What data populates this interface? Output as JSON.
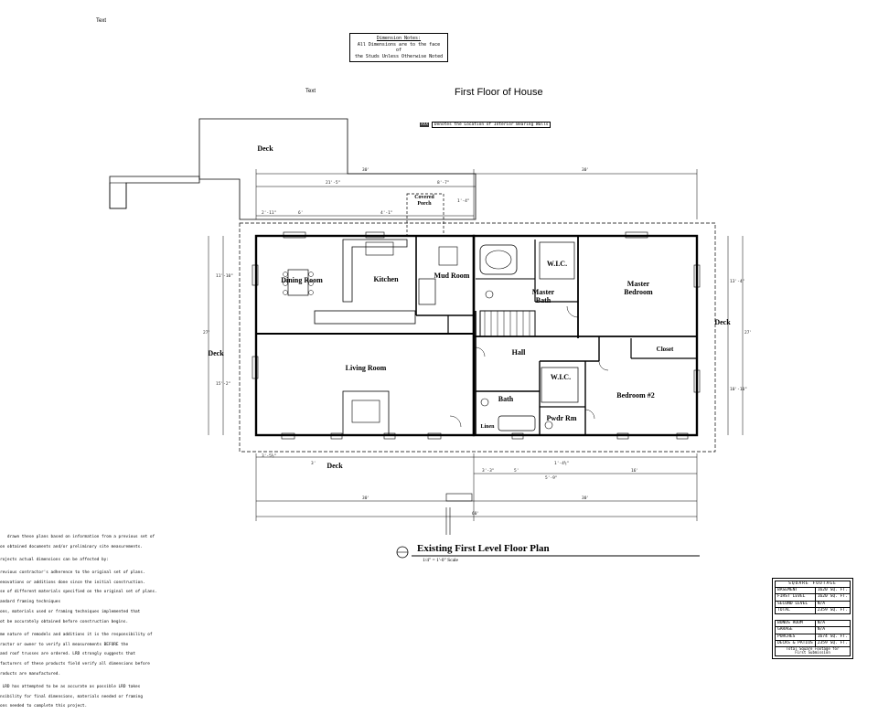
{
  "header": {
    "text_label_1": "Text",
    "text_label_2": "Text",
    "title": "First Floor of House"
  },
  "dimension_notes": {
    "heading": "Dimension Notes:",
    "line1": "All Dimensions are to the face of",
    "line2": "the Studs Unless Otherwise Noted"
  },
  "legend": {
    "symbol": "XXX",
    "text": "Denotes the Location of Interior Bearing Walls"
  },
  "rooms": {
    "deck_top": "Deck",
    "deck_left": "Deck",
    "deck_bottom": "Deck",
    "deck_right": "Deck",
    "covered_porch": "Covered Porch",
    "dining_room": "Dining Room",
    "kitchen": "Kitchen",
    "mud_room": "Mud Room",
    "master_bath": "Master Bath",
    "wic_1": "W.I.C.",
    "master_bedroom": "Master Bedroom",
    "living_room": "Living Room",
    "hall": "Hall",
    "bath": "Bath",
    "linen": "Linen",
    "wic_2": "W.I.C.",
    "pwdr_rm": "Pwdr Rm",
    "closet": "Closet",
    "bedroom_2": "Bedroom #2"
  },
  "dimensions": {
    "overall_top_left": "30'",
    "overall_top_right": "30'",
    "deck_width": "21'-5\"",
    "porch_width": "8'-7\"",
    "porch_depth": "1'-4\"",
    "left_overall": "27'",
    "right_overall": "27'",
    "bottom_left": "30'",
    "bottom_right": "30'",
    "bottom_total": "60'",
    "bottom_mid_1": "3'-3\"",
    "bottom_mid_2": "5'",
    "bottom_mid_3": "16'",
    "bottom_mid_4": "1'-4½\"",
    "bottom_mid_5": "5'-9\"",
    "left_side_1": "11'-10\"",
    "left_side_2": "15'-2\"",
    "right_side_1": "13'-4\"",
    "right_side_2": "10'-10\"",
    "bottom_small_1": "3'-5½\"",
    "bottom_small_2": "3'",
    "top_small_1": "2'-11\"",
    "top_small_2": "6'",
    "dim_4_1": "4'-1\""
  },
  "plan_caption": {
    "title": "Existing First Level Floor Plan",
    "scale": "1/4\" = 1'-0\" Scale"
  },
  "disclaimer": {
    "l1": "   drawn these plans based on information from a previous set of",
    "l2": "on obtained documents and/or preliminary site measurements.",
    "l3": "rojects actual dimensions can be affected by:",
    "l4": "revious contractor's adherence to the original set of plans.",
    "l5": "enovations or additions done since the initial construction.",
    "l6": "se of different materials specified on the original set of plans.",
    "l7": "andard framing techniques",
    "l8": "ons, materials used or framing techniques implemented that",
    "l9": "ot be accurately obtained before construction begins.",
    "l10": "me nature of remodels and additions it is the responsibility of",
    "l11": "ractor or owner to verify all measurements BEFORE the",
    "l12": "and roof trusses are ordered. LRD strongly suggests that",
    "l13": "facturers of these products field verify all dimensions before",
    "l14": "roducts are manufactured.",
    "l15": " LRD has attempted to be as accurate as possible LRD takes",
    "l16": "nsibility for final dimensions, materials needed or framing",
    "l17": "ons needed to complete this project."
  },
  "square_footage": {
    "heading": "SQUARE FOOTAGE",
    "rows": [
      {
        "label": "BASEMENT",
        "value": "1620 SQ. FT."
      },
      {
        "label": "FIRST LEVEL",
        "value": "1620 SQ. FT."
      },
      {
        "label": "SECOND LEVEL",
        "value": "N/A"
      },
      {
        "label": "TOTAL",
        "value": "2359 SQ. FT."
      },
      {
        "label": "",
        "value": ""
      },
      {
        "label": "BONUS ROOM",
        "value": "N/A"
      },
      {
        "label": "GARAGE",
        "value": "N/A"
      },
      {
        "label": "PORCHES",
        "value": "1674 SQ. FT."
      },
      {
        "label": "DECKS & PATIOS",
        "value": "2359 SQ. FT."
      }
    ],
    "footer1": "Total Square Footage for",
    "footer2": "First Submission"
  }
}
